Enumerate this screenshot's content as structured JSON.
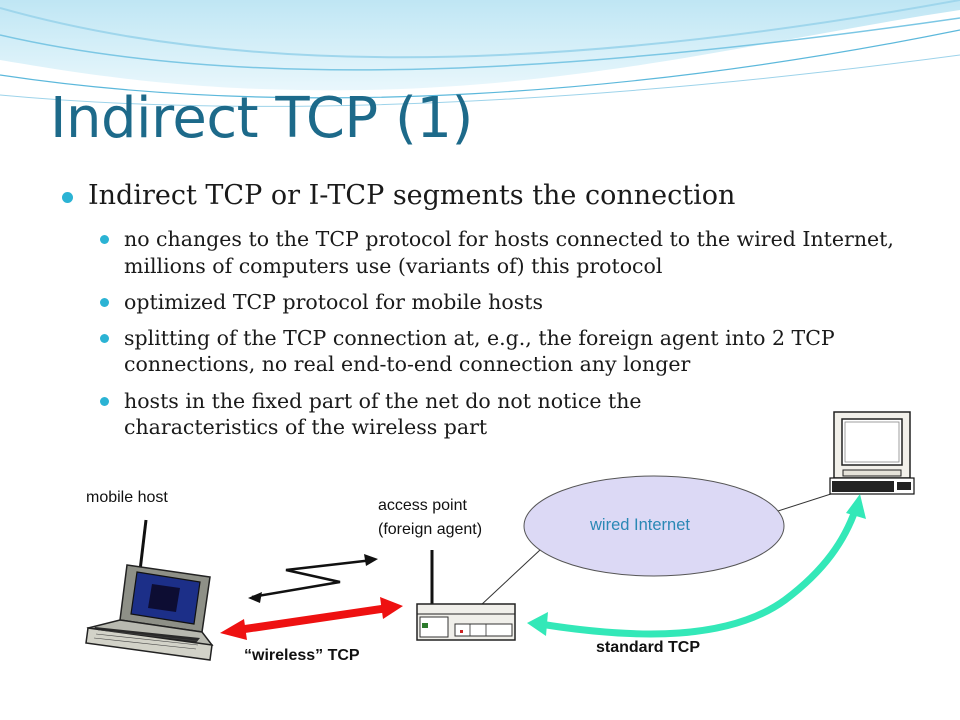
{
  "slide": {
    "title": "Indirect TCP (1)",
    "main_bullet": "Indirect TCP or I-TCP segments the connection",
    "sub_bullets": [
      "no changes to the TCP protocol for hosts connected to the wired Internet, millions of computers use (variants of) this protocol",
      "optimized TCP protocol for mobile hosts",
      "splitting of the TCP connection at, e.g., the foreign agent into 2 TCP connections, no real end-to-end connection any longer",
      "hosts in the fixed part of the net do not notice the characteristics of the wireless part"
    ]
  },
  "diagram": {
    "mobile_host_label": "mobile host",
    "access_point_label_1": "access point",
    "access_point_label_2": "(foreign agent)",
    "cloud_label": "wired Internet",
    "wireless_tcp_label": "“wireless” TCP",
    "standard_tcp_label": "standard TCP"
  },
  "colors": {
    "title": "#1d6a8a",
    "bullet": "#2bb3d4",
    "wireless_arrow": "#ee1111",
    "standard_arrow": "#33e8b8",
    "cloud_fill": "#dcd9f5"
  }
}
